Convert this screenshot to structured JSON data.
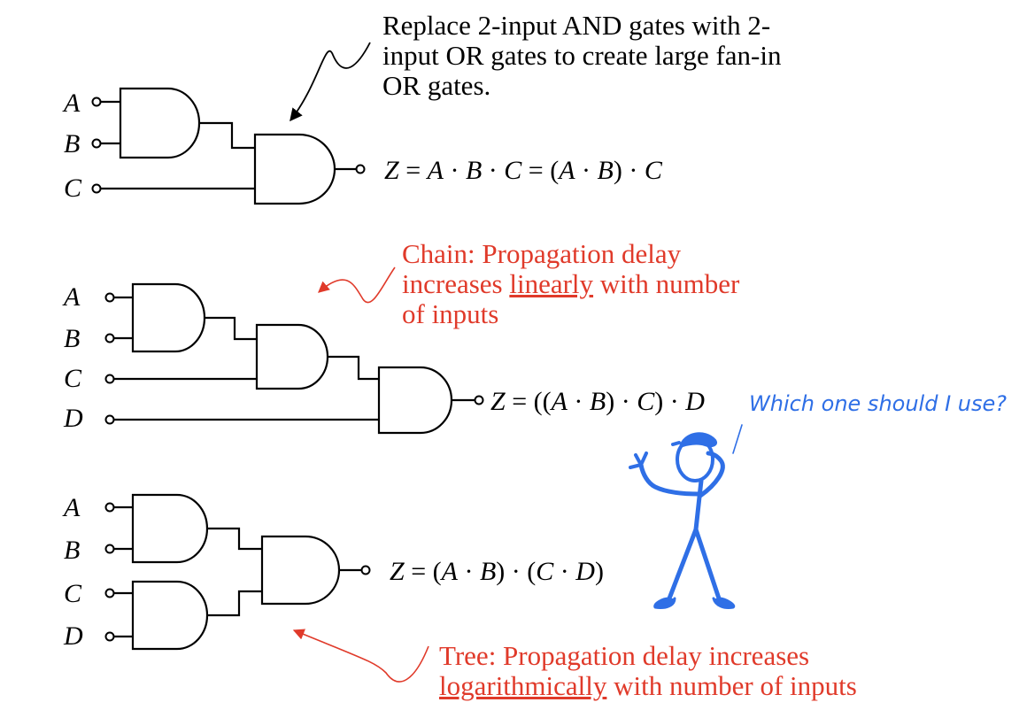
{
  "notes": {
    "replace": {
      "line1": "Replace 2-input AND gates with 2-",
      "line2": "input OR gates to create large fan-in",
      "line3": "OR gates."
    },
    "chain": {
      "line1": "Chain: Propagation delay",
      "line2_pre": "increases ",
      "line2_u": "linearly",
      "line2_post": " with number",
      "line3": "of inputs"
    },
    "tree": {
      "line1": "Tree: Propagation delay increases",
      "line2_u": "logarithmically",
      "line2_post": " with number of inputs"
    },
    "question": "Which one should I use?"
  },
  "circuits": {
    "three_input": {
      "inputs": [
        "A",
        "B",
        "C"
      ],
      "output": "Z"
    },
    "chain": {
      "inputs": [
        "A",
        "B",
        "C",
        "D"
      ],
      "output": "Z"
    },
    "tree": {
      "inputs": [
        "A",
        "B",
        "C",
        "D"
      ],
      "output": "Z"
    }
  },
  "colors": {
    "text": "#000000",
    "annotation_red": "#e03a2a",
    "figure_blue": "#2f6fe6"
  }
}
